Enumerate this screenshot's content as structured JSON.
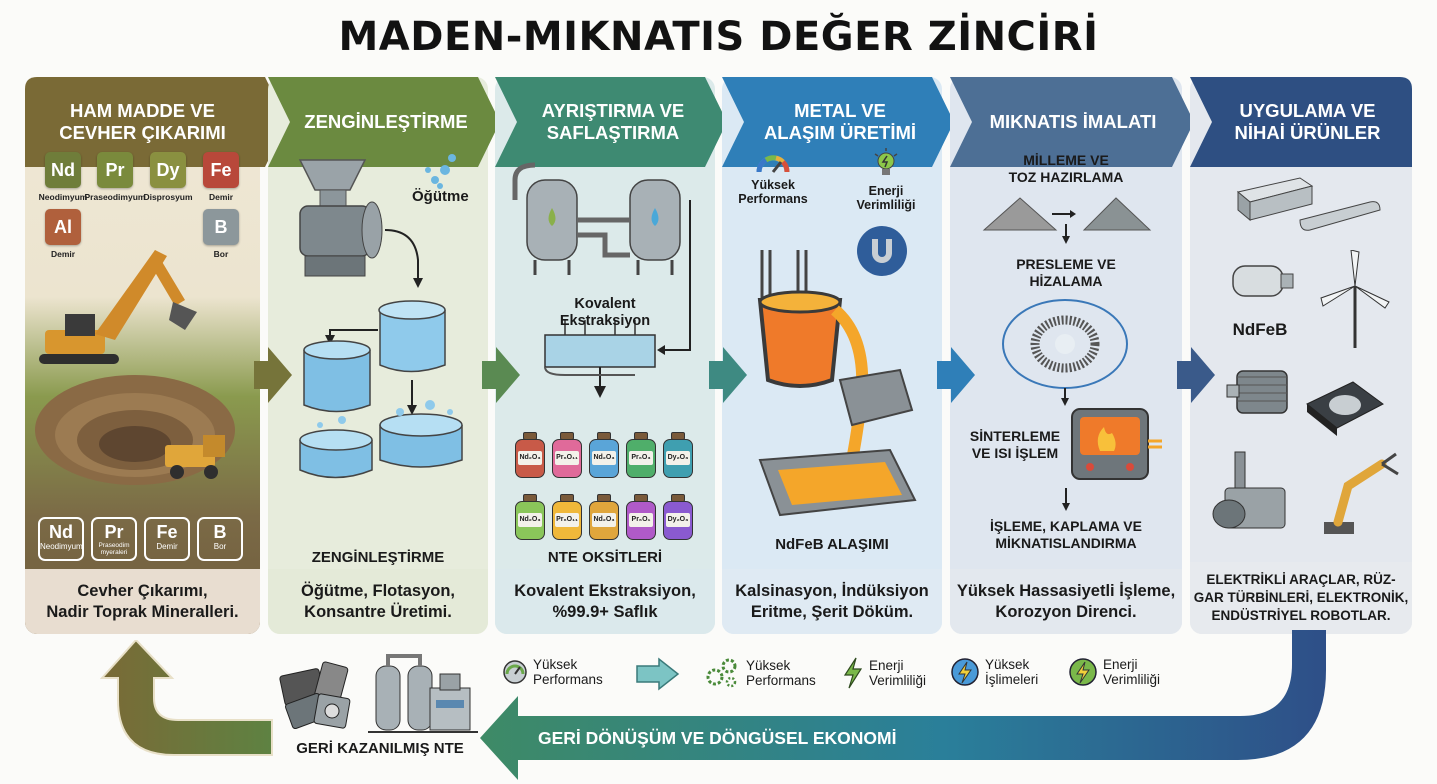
{
  "title": "MADEN-MIKNATIS DEĞER ZİNCİRİ",
  "colors": {
    "stage1": "#7a6a36",
    "stage2": "#6b8a40",
    "stage3": "#3e8a72",
    "stage4": "#2f7fb8",
    "stage5": "#4d6f95",
    "stage6": "#2e4f82",
    "recycle_arrow_start": "#3e8a62",
    "recycle_arrow_end": "#2e5a8e",
    "return_arrow": "#76743a"
  },
  "stages": [
    {
      "header_line1": "HAM MADDE VE",
      "header_line2": "CEVHER ÇIKARIMI",
      "elements": [
        {
          "symbol": "Nd",
          "name": "Neodimyum",
          "color": "#6f7d3a"
        },
        {
          "symbol": "Pr",
          "name": "Praseodimyum",
          "color": "#7a8a3c"
        },
        {
          "symbol": "Dy",
          "name": "Disprosyum",
          "color": "#8a9040"
        },
        {
          "symbol": "Fe",
          "name": "Demir",
          "color": "#b8483a"
        },
        {
          "symbol": "Al",
          "name": "Demir",
          "color": "#b0603c"
        },
        {
          "symbol": "B",
          "name": "Bor",
          "color": "#8c979b"
        }
      ],
      "ore_tiles": [
        {
          "symbol": "Nd",
          "name": "Neodimyum"
        },
        {
          "symbol": "Pr",
          "name": "Praseodim myeraleri"
        },
        {
          "symbol": "Fe",
          "name": "Demir"
        },
        {
          "symbol": "B",
          "name": "Bor"
        }
      ],
      "footer_line1": "Cevher Çıkarımı,",
      "footer_line2": "Nadir Toprak Mineralleri."
    },
    {
      "header": "ZENGİNLEŞTİRME",
      "label_grinding": "Öğütme",
      "label_bottom": "ZENGİNLEŞTİRME",
      "footer_line1": "Öğütme, Flotasyon,",
      "footer_line2": "Konsantre Üretimi."
    },
    {
      "header_line1": "AYRIŞTIRMA VE",
      "header_line2": "SAFLAŞTIRMA",
      "label_extraction_line1": "Kovalent",
      "label_extraction_line2": "Ekstraksiyon",
      "oxides": [
        {
          "formula": "Nd₂O₃",
          "color": "#c85a48"
        },
        {
          "formula": "Pr₆O₁₁",
          "color": "#e06a9a"
        },
        {
          "formula": "Nd₂O₃",
          "color": "#5aa5d8"
        },
        {
          "formula": "Pr₆O₃",
          "color": "#4fae6a"
        },
        {
          "formula": "Dy₂O₃",
          "color": "#3f9fb0"
        },
        {
          "formula": "Nd₂O₃",
          "color": "#8ac65a"
        },
        {
          "formula": "Pr₆O₁₁",
          "color": "#f0b83a"
        },
        {
          "formula": "Nd₂O₃",
          "color": "#e0a63c"
        },
        {
          "formula": "Pr₆O₁",
          "color": "#b05ac8"
        },
        {
          "formula": "Dy₂O₃",
          "color": "#8a5ad0"
        }
      ],
      "label_bottom": "NTE OKSİTLERİ",
      "footer_line1": "Kovalent Ekstraksiyon,",
      "footer_line2": "%99.9+ Saflık"
    },
    {
      "header_line1": "METAL VE",
      "header_line2": "ALAŞIM ÜRETİMİ",
      "badge1_line1": "Yüksek",
      "badge1_line2": "Performans",
      "badge2_line1": "Enerji",
      "badge2_line2": "Verimliliği",
      "label_bottom": "NdFeB ALAŞIMI",
      "footer_line1": "Kalsinasyon, İndüksiyon",
      "footer_line2": "Eritme, Şerit Döküm."
    },
    {
      "header": "MIKNATIS İMALATI",
      "step1_line1": "MİLLEME VE",
      "step1_line2": "TOZ HAZIRLAMA",
      "step2_line1": "PRESLEME VE",
      "step2_line2": "HİZALAMA",
      "step3_line1": "SİNTERLEME",
      "step3_line2": "VE ISI İŞLEM",
      "step4_line1": "İŞLEME, KAPLAMA VE",
      "step4_line2": "MİKNATISLANDIRMA",
      "footer_line1": "Yüksek Hassasiyetli İşleme,",
      "footer_line2": "Korozyon Direnci."
    },
    {
      "header_line1": "UYGULAMA VE",
      "header_line2": "NİHAİ ÜRÜNLER",
      "label_magnet": "NdFeB",
      "footer_line1": "ELEKTRİKLİ ARAÇLAR, RÜZ-",
      "footer_line2": "GAR TÜRBİNLERİ, ELEKTRONİK,",
      "footer_line3": "ENDÜSTRİYEL ROBOTLAR."
    }
  ],
  "legend": [
    {
      "icon": "gauge-icon",
      "line1": "Yüksek",
      "line2": "Performans"
    },
    {
      "icon": "gears-icon",
      "line1": "Yüksek",
      "line2": "Performans"
    },
    {
      "icon": "lightning-icon",
      "line1": "Enerji",
      "line2": "Verimliliği"
    },
    {
      "icon": "lightning-circle-blue-icon",
      "line1": "Yüksek",
      "line2": "İşlimeleri"
    },
    {
      "icon": "lightning-circle-green-icon",
      "line1": "Enerji",
      "line2": "Verimliliği"
    }
  ],
  "recycling": {
    "banner": "GERİ DÖNÜŞÜM VE DÖNGÜSEL EKONOMİ",
    "recovered_label": "GERİ KAZANILMIŞ NTE"
  }
}
